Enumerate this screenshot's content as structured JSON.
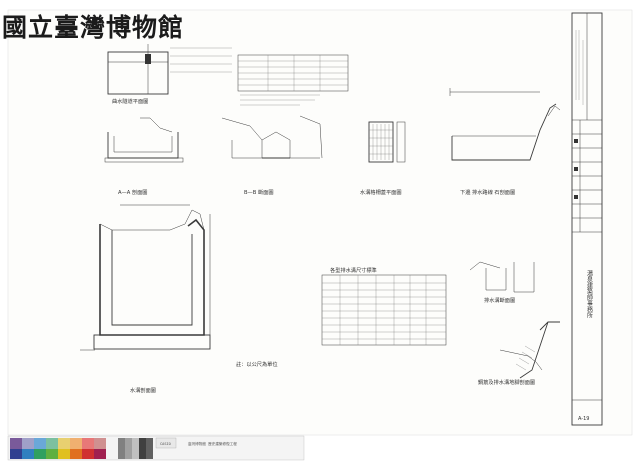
{
  "watermark": {
    "text": "國立臺灣博物館"
  },
  "drawing": {
    "captions": {
      "top_left_plan": "曲水隧道平面圖",
      "section_a": "A—A 剖面圖",
      "section_b": "B—B 斷面圖",
      "grate_plan": "水溝格柵蓋平面圖",
      "lower_channel": "下邊 排水路線 石剖面圖",
      "main_section": "水溝剖面圖",
      "table_title": "各型排水溝尺寸標準",
      "drain_small": "排水溝斷面圖",
      "slope_detail": "鋼筋及排水溝地腳剖面圖",
      "note_bottom": "註：以公尺為單位"
    },
    "title_block": {
      "vertical_main": "湯泉建築師事務所",
      "sheet_no": "A-19"
    }
  },
  "color_bar": {
    "label_1": "CASIO",
    "label_2": "臺灣博物館 歷史建築修復工程"
  },
  "colors": {
    "swatches_left": [
      "#7a5a9a",
      "#a0a0c8",
      "#6aa8d8",
      "#7cc0a0",
      "#e8d070",
      "#f0b070",
      "#e87878",
      "#d09090"
    ],
    "swatches_left_bottom": [
      "#304090",
      "#3080c0",
      "#30a060",
      "#60b040",
      "#e0c020",
      "#e07020",
      "#d03030",
      "#a02050"
    ],
    "swatches_gray": [
      "#808080",
      "#a0a0a0",
      "#c0c0c0",
      "#404040",
      "#606060"
    ]
  }
}
